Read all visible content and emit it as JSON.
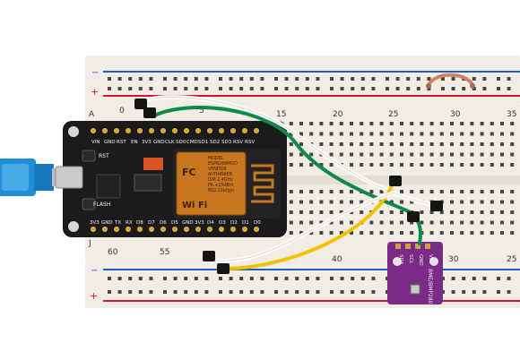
{
  "breadboard": {
    "top_rail_plus": "+",
    "top_rail_minus": "−",
    "row_letter_top": "A",
    "row_letter_bottom": "J",
    "top_column_numbers": [
      "0",
      "5",
      "15",
      "20",
      "25",
      "30",
      "35"
    ],
    "bottom_column_numbers": [
      "60",
      "55",
      "40",
      "30",
      "25"
    ],
    "bottom_rail_plus": "+",
    "bottom_rail_minus": "−",
    "colors": {
      "body": "#f1ede4",
      "red_line": "#d2142b",
      "blue_line": "#1a5fc4"
    }
  },
  "nodemcu": {
    "top_pins": [
      "VIN",
      "GND",
      "RST",
      "EN",
      "3V3",
      "GND",
      "CLK",
      "SD0",
      "CMD",
      "SD1",
      "SD2",
      "SD3",
      "RSV",
      "RSV"
    ],
    "bottom_pins": [
      "3V3",
      "GND",
      "TX",
      "RX",
      "D8",
      "D7",
      "D6",
      "D5",
      "GND",
      "3V3",
      "D4",
      "D3",
      "D2",
      "D1",
      "D0"
    ],
    "left_labels": [
      "RST",
      "FLASH"
    ],
    "module_lines": [
      "MODEL",
      "ESP8266MOD",
      "VENDOR",
      "AI-THINKER",
      "ISM 2.4GHz",
      "PA +25dBm",
      "802.11b/g/n"
    ],
    "wifi_text": "Wi Fi",
    "fc_mark": "FC",
    "colors": {
      "pcb": "#1b1b1b",
      "shield": "#c8761f",
      "shield_dark": "#8a4c12"
    }
  },
  "usb_cable": {
    "color": "#1e8ed8"
  },
  "sensor": {
    "pins": [
      "SDA",
      "SCL",
      "GND",
      "VIN"
    ],
    "label": "BME/BMP280",
    "color": "#7a2b86"
  },
  "wires": {
    "white": "#ffffff",
    "green": "#0f8a4a",
    "yellow": "#f2c200",
    "black": "#151515",
    "resistor": "#c98466"
  }
}
